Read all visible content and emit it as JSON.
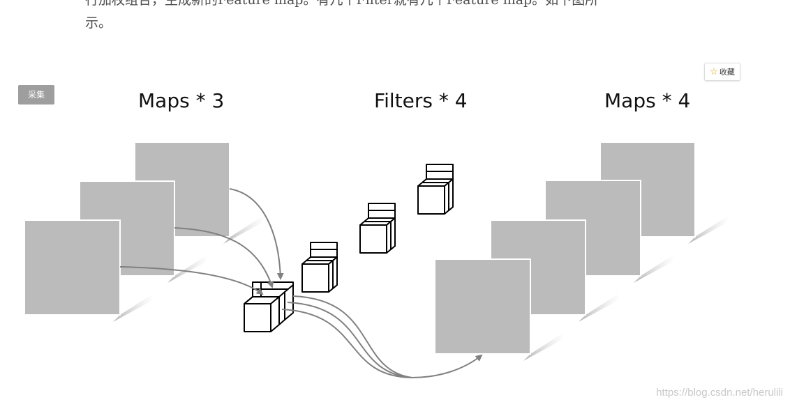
{
  "article": {
    "paragraph_line1": "行加权组合，生成新的Feature map。有几个Filter就有几个Feature map。如下图所",
    "paragraph_line2": "示。"
  },
  "toolbar": {
    "collect_label": "采集",
    "favorite_label": "收藏",
    "favorite_icon": "star-outline-icon"
  },
  "figure": {
    "titles": {
      "input_maps": "Maps * 3",
      "filters": "Filters * 4",
      "output_maps": "Maps * 4"
    },
    "input_map_count": 3,
    "filter_count": 4,
    "output_map_count": 4,
    "colors": {
      "map_fill": "#bbbbbb",
      "map_border": "#ffffff",
      "arrow": "#808080",
      "cube_stroke": "#000000",
      "cube_fill": "#ffffff"
    }
  },
  "watermark": "https://blog.csdn.net/herulili"
}
